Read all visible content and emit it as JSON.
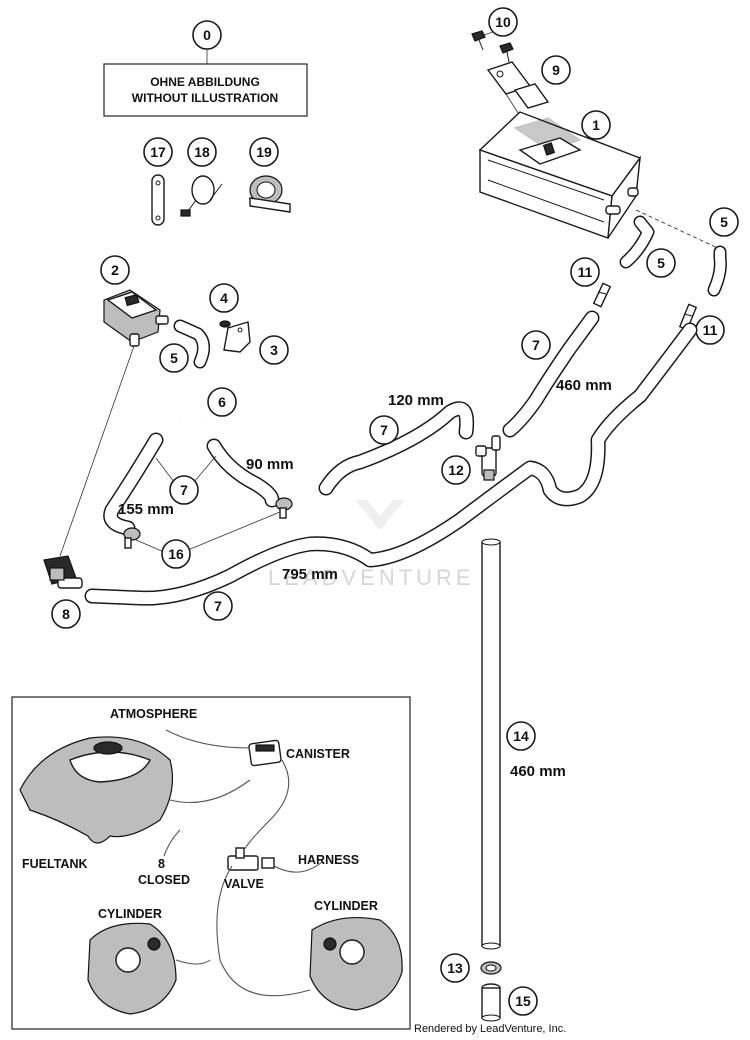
{
  "note": {
    "line1": "OHNE ABBILDUNG",
    "line2": "WITHOUT ILLUSTRATION"
  },
  "callouts": {
    "c0": "0",
    "c1": "1",
    "c2": "2",
    "c3": "3",
    "c4": "4",
    "c5a": "5",
    "c5b": "5",
    "c5c": "5",
    "c6": "6",
    "c7a": "7",
    "c7b": "7",
    "c7c": "7",
    "c7d": "7",
    "c8": "8",
    "c9": "9",
    "c10": "10",
    "c11a": "11",
    "c11b": "11",
    "c12": "12",
    "c13": "13",
    "c14": "14",
    "c15": "15",
    "c16": "16",
    "c17": "17",
    "c18": "18",
    "c19": "19"
  },
  "dimensions": {
    "d460_upper": "460 mm",
    "d120": "120 mm",
    "d90": "90 mm",
    "d155": "155 mm",
    "d795": "795 mm",
    "d460_tube": "460 mm"
  },
  "schematic": {
    "atmosphere": "ATMOSPHERE",
    "canister": "CANISTER",
    "fueltank": "FUELTANK",
    "closed_marker": "8",
    "closed": "CLOSED",
    "valve": "VALVE",
    "harness": "HARNESS",
    "cylinder_left": "CYLINDER",
    "cylinder_right": "CYLINDER"
  },
  "watermark": "LEADVENTURE",
  "footer": "Rendered by LeadVenture, Inc."
}
